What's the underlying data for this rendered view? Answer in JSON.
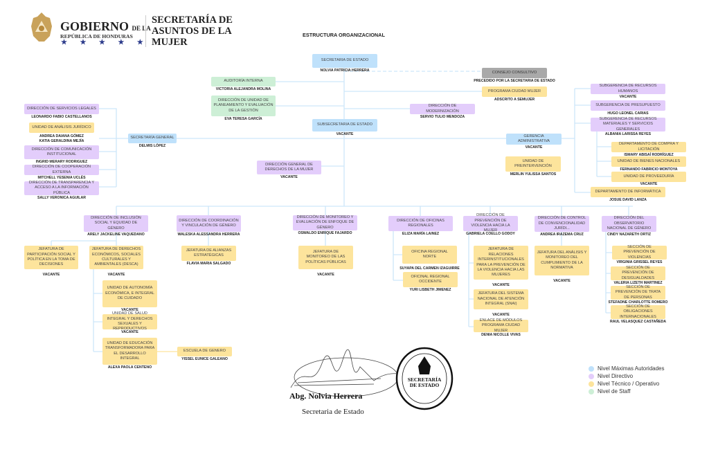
{
  "header": {
    "gov_line1": "GOBIERNO",
    "gov_line1b": "DE LA",
    "gov_line2": "REPÚBLICA DE HONDURAS",
    "stars": "★ ★ ★ ★ ★",
    "ministry": "SECRETARÍA DE",
    "ministry2": "ASUNTOS DE LA",
    "ministry3": "MUJER",
    "title": "ESTRUCTURA ORGANIZACIONAL"
  },
  "nodes": [
    {
      "title": "SECRETARIA DE ESTADO",
      "name": "NOLVIA PATRICIA HERRERA",
      "level": "blue"
    },
    {
      "title": "AUDITORÍA INTERNA",
      "name": "VICTORIA ALEJANDRA MOLINA",
      "level": "green"
    },
    {
      "title": "DIRECCIÓN DE UNIDAD DE PLANEAMIENTO Y EVALUACIÓN DE LA GESTIÓN",
      "name": "EVA TERESA GARCÍA",
      "level": "green"
    },
    {
      "title": "CONSEJO CONSULTIVO",
      "name": "PRECEDIDO POR LA SECRETARIA DE ESTADO",
      "level": "gray"
    },
    {
      "title": "PROGRAMA CIUDAD MUJER",
      "name": "ADSCRITO A SEMUJER",
      "level": "yellow"
    },
    {
      "title": "DIRECCIÓN DE MODERNIZACIÓN",
      "name": "SERVIO TULIO MENDOZA",
      "level": "purple"
    },
    {
      "title": "SUBSECRETARIA DE ESTADO",
      "name": "VACANTE",
      "level": "blue"
    },
    {
      "title": "SECRETARÍA GENERAL",
      "name": "DELMIS LÓPEZ",
      "level": "blue"
    },
    {
      "title": "DIRECCIÓN GENERAL DE DERECHOS DE LA MUJER",
      "name": "VACANTE",
      "level": "purple"
    },
    {
      "title": "GERENCIA ADMINISTRATIVA",
      "name": "VACANTE",
      "level": "blue"
    },
    {
      "title": "UNIDAD DE PREINTERVENCIÓN",
      "name": "MERLIN YULISSA SANTOS",
      "level": "yellow"
    },
    {
      "title": "DIRECCIÓN DE SERVICIOS LEGALES",
      "name": "LEONARDO FABIO CASTELLANOS",
      "level": "purple"
    },
    {
      "title": "UNIDAD DE ANÁLISIS JURÍDICO",
      "name": "ANDREA DAIANA GÓMEZ\nKATIA GERALDINA MEJÍA",
      "level": "yellow"
    },
    {
      "title": "DIRECCIÓN DE COMUNICACIÓN INSTITUCIONAL",
      "name": "INGRID MERARY RODRIGUEZ",
      "level": "purple"
    },
    {
      "title": "DIRECCIÓN DE COOPERACIÓN EXTERNA",
      "name": "MITCHELL YESENIA UCLÉS",
      "level": "purple"
    },
    {
      "title": "DIRECCIÓN DE TRANSPARENCIA Y ACCESO A LA INFORMACIÓN PÚBLICA",
      "name": "SALLY VERONICA AGUILAR",
      "level": "purple"
    },
    {
      "title": "SUBGERENCIA DE RECURSOS HUMANOS",
      "name": "VACANTE",
      "level": "purple"
    },
    {
      "title": "SUBGERENCIA DE PRESUPUESTO",
      "name": "HUGO LEONEL CARIAS",
      "level": "purple"
    },
    {
      "title": "SUBGERENCIA DE RECURSOS MATERIALES Y SERVICIOS GENERALES",
      "name": "ALBANIA LARISSA REYES",
      "level": "purple"
    },
    {
      "title": "DEPARTAMENTO DE COMPRA Y LICITACIÓN",
      "name": "ISMARY ABISAÍ RODRÍGUEZ",
      "level": "yellow"
    },
    {
      "title": "UNIDAD DE BIENES NACIONALES",
      "name": "FERNANDO FABRICIO MONTOYA",
      "level": "yellow"
    },
    {
      "title": "UNIDAD DE PROVEEDURÍA",
      "name": "VACANTE",
      "level": "yellow"
    },
    {
      "title": "DEPARTAMENTO DE INFORMÁTICA",
      "name": "JOSUE DAVID LANZA",
      "level": "yellow"
    },
    {
      "title": "DIRECCIÓN DE INCLUSIÓN SOCIAL Y EQUIDAD DE GÉNERO",
      "name": "ARELY JACKELINE VAQUEDANO",
      "level": "purple"
    },
    {
      "title": "DIRECCIÓN DE COORDINACIÓN Y VINCULACIÓN DE GÉNERO",
      "name": "WALESKA ALESSANDRA HERRERA",
      "level": "purple"
    },
    {
      "title": "DIRECCIÓN DE MONITOREO Y EVALUACIÓN DE ENFOQUE DE GÉNERO",
      "name": "OSWALDO ENRIQUE FAJARDO",
      "level": "purple"
    },
    {
      "title": "DIRECCIÓN DE OFICINAS REGIONALES",
      "name": "ELIZA MARÍA LAINEZ",
      "level": "purple"
    },
    {
      "title": "DIRECCIÓN DE PREVENCIÓN DE VIOLENCIA HACIA LA MUJER",
      "name": "GABRIELA COELLO GODOY",
      "level": "purple"
    },
    {
      "title": "DIRECCIÓN DE CONTROL DE CONVENCIONALIDAD JURÍDI...",
      "name": "ANDREA IRAZEMA CRUZ",
      "level": "purple"
    },
    {
      "title": "DIRECCIÓN DEL OBSERVATORIO NACIONAL DE GÉNERO",
      "name": "CINDY NAZARETH ORTIZ",
      "level": "purple"
    },
    {
      "title": "JEFATURA DE PARTICIPACIÓN SOCIAL Y POLÍTICA EN LA TOMA DE DECISIONES",
      "name": "VACANTE",
      "level": "yellow"
    },
    {
      "title": "JEFATURA DE DERECHOS ECONÓMICOS, SOCIALES CULTURALES Y AMBIENTALES (DESCA)",
      "name": "VACANTE",
      "level": "yellow"
    },
    {
      "title": "UNIDAD DE AUTONOMÍA ECONÓMICA, E INTEGRAL DE CUIDADO",
      "name": "VACANTE",
      "level": "yellow"
    },
    {
      "title": "UNIDAD DE SALUD INTEGRAL Y DERECHOS SEXUALES Y REPRODUCTIVOS",
      "name": "VACANTE",
      "level": "yellow"
    },
    {
      "title": "UNIDAD DE EDUCACIÓN TRANSFORMADORA PARA EL DESARROLLO INTEGRAL",
      "name": "ALEXA PAOLA CENTENO",
      "level": "yellow"
    },
    {
      "title": "ESCUELA DE GENERO",
      "name": "YISSEL EUNICE GALEANO",
      "level": "yellow"
    },
    {
      "title": "JEFATURA DE ALIANZAS ESTRATÉGICAS",
      "name": "FLAVIA MARIA SALGADO",
      "level": "yellow"
    },
    {
      "title": "JEFATURA DE MONITOREO DE LAS POLÍTICAS PÚBLICAS",
      "name": "VACANTE",
      "level": "yellow"
    },
    {
      "title": "OFICINA REGIONAL NORTE",
      "name": "SUYAPA DEL CARMEN IZAGUIRRE",
      "level": "yellow"
    },
    {
      "title": "OFICINAL REGIONAL OCCIDENTE",
      "name": "YURI LISBETH JIMENEZ",
      "level": "yellow"
    },
    {
      "title": "JEFATURA DE RELACIONES INTERINSTITUCIONALES PARA LA PREVENCIÓN DE LA VIOLENCIA HACIA LAS MUJERES",
      "name": "VACANTE",
      "level": "yellow"
    },
    {
      "title": "JEFATURA DEL SISTEMA NACIONAL DE ATENCIÓN INTEGRAL (SNAI)",
      "name": "VACANTE",
      "level": "yellow"
    },
    {
      "title": "ENLACE DE MÓDULOS PROGRAMA CIUDAD MUJER",
      "name": "DENIA NICOLLE VIVAS",
      "level": "yellow"
    },
    {
      "title": "JEFATURA DEL ANÁLISIS Y MONITOREO DEL CUMPLIMIENTO DE LA NORMATIVA",
      "name": "VACANTE",
      "level": "yellow"
    },
    {
      "title": "SECCIÓN DE PREVENCIÓN DE VIOLENCIAS",
      "name": "VIRGINIA GRISSEL REYES",
      "level": "yellow"
    },
    {
      "title": "SECCIÓN DE PREVENCIÓN DE DESIGUALDADES",
      "name": "VALERIA LIZETH MARTINEZ",
      "level": "yellow"
    },
    {
      "title": "SECCIÓN DE PREVENCIÓN DE TRATA DE PERSONAS",
      "name": "STEFADNE CHARLOTTE ROMERO",
      "level": "yellow"
    },
    {
      "title": "SECCIÓN DE OBLIGACIONES INTERNACIONALES",
      "name": "RAUL VELASQUEZ CASTAÑEDA",
      "level": "yellow"
    }
  ],
  "signature": {
    "name": "Abg. Nolvia Herrera",
    "role": "Secretaria de Estado",
    "seal_text": "SECRETARÍA DE ESTADO"
  },
  "legend": [
    {
      "label": "Nivel Máximas Autoridades",
      "color": "#bfe1fb"
    },
    {
      "label": "Nivel Directivo",
      "color": "#e3cdfb"
    },
    {
      "label": "Nivel Técnico / Operativo",
      "color": "#fde49c"
    },
    {
      "label": "Nivel de Staff",
      "color": "#cdefd6"
    }
  ]
}
